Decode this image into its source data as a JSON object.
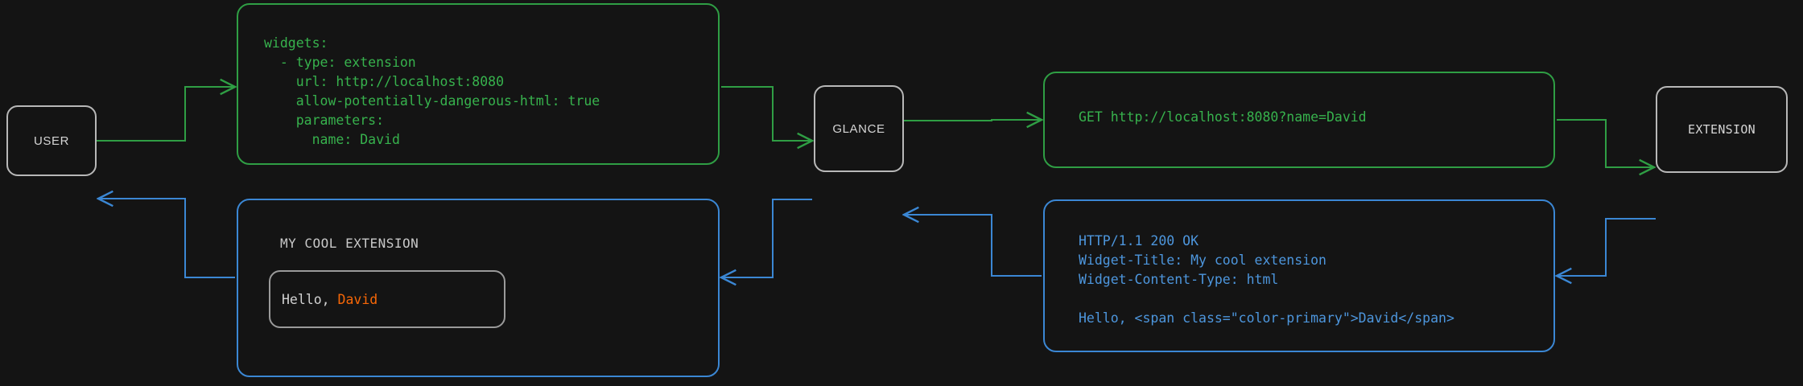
{
  "theme": {
    "background": "#141414",
    "node_border": "#b8b8b8",
    "node_text": "#d5d5d5",
    "request_green": "#2f9e44",
    "code_green": "#37b24d",
    "response_blue": "#3b87d4",
    "code_blue": "#4d96dd",
    "accent_orange": "#f76707"
  },
  "nodes": {
    "user": {
      "label": "USER"
    },
    "glance": {
      "label": "GLANCE"
    },
    "extension": {
      "label": "EXTENSION"
    }
  },
  "panels": {
    "config_yaml": {
      "text": "widgets:\n  - type: extension\n    url: http://localhost:8080\n    allow-potentially-dangerous-html: true\n    parameters:\n      name: David"
    },
    "http_request": {
      "text": "GET http://localhost:8080?name=David"
    },
    "http_response": {
      "text": "HTTP/1.1 200 OK\nWidget-Title: My cool extension\nWidget-Content-Type: html\n\nHello, <span class=\"color-primary\">David</span>"
    },
    "widget_preview": {
      "title": "MY COOL EXTENSION",
      "body_prefix": "Hello, ",
      "body_name": "David"
    }
  },
  "connectors": [
    {
      "name": "user-to-config",
      "color": "#2f9e44",
      "direction": "right"
    },
    {
      "name": "config-to-glance",
      "color": "#2f9e44",
      "direction": "right"
    },
    {
      "name": "glance-to-request",
      "color": "#2f9e44",
      "direction": "right"
    },
    {
      "name": "request-to-extension",
      "color": "#2f9e44",
      "direction": "right"
    },
    {
      "name": "extension-to-response",
      "color": "#3b87d4",
      "direction": "left"
    },
    {
      "name": "response-to-glance",
      "color": "#3b87d4",
      "direction": "left"
    },
    {
      "name": "glance-to-widget",
      "color": "#3b87d4",
      "direction": "left"
    },
    {
      "name": "widget-to-user",
      "color": "#3b87d4",
      "direction": "left"
    }
  ]
}
